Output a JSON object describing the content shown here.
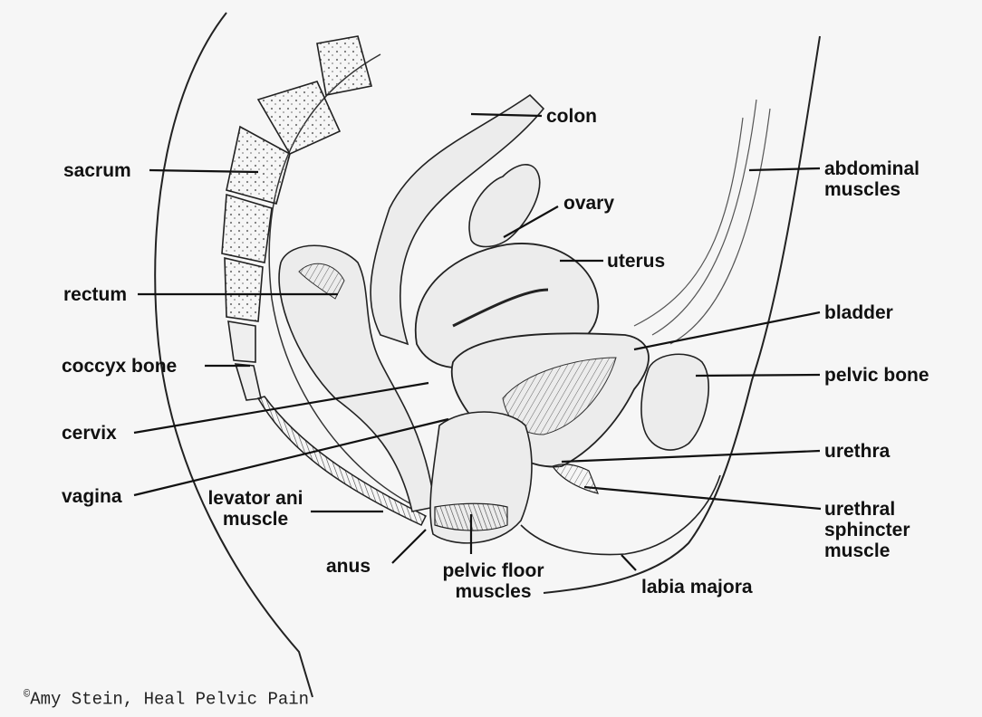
{
  "labels": {
    "colon": "colon",
    "sacrum": "sacrum",
    "abdominal_muscles": "abdominal muscles",
    "ovary": "ovary",
    "uterus": "uterus",
    "rectum": "rectum",
    "bladder": "bladder",
    "coccyx_bone": "coccyx bone",
    "pelvic_bone": "pelvic bone",
    "cervix": "cervix",
    "urethra": "urethra",
    "vagina": "vagina",
    "levator_ani_muscle": "levator ani muscle",
    "urethral_sphincter_muscle": "urethral sphincter muscle",
    "anus": "anus",
    "pelvic_floor_muscles": "pelvic floor muscles",
    "labia_majora": "labia majora"
  },
  "credit": {
    "symbol": "©",
    "text": "Amy Stein, Heal Pelvic Pain"
  },
  "colors": {
    "background": "#f6f6f6",
    "ink": "#111111",
    "tissue": "#ebebeb"
  }
}
